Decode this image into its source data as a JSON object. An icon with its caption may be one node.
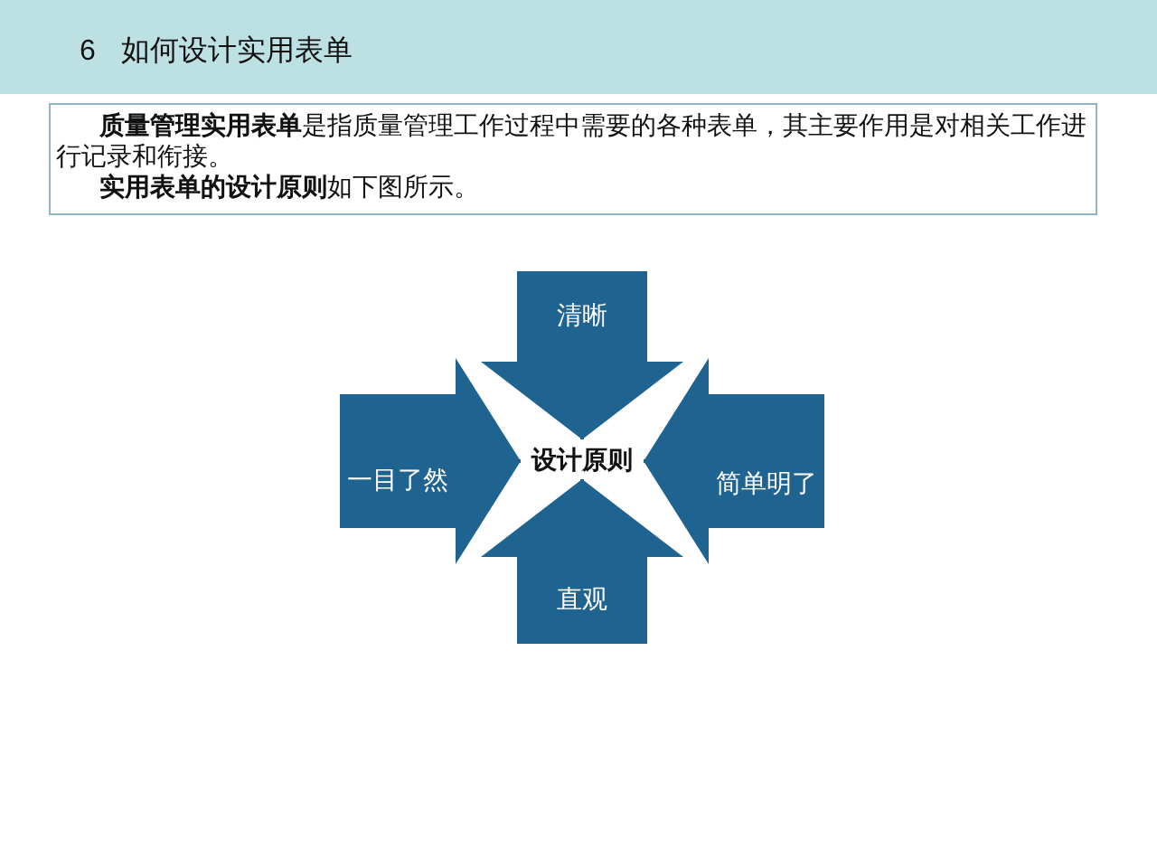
{
  "diagram": {
    "title": "6 如何设计实用表单",
    "nodes": [
      {
        "text": [
          "**质量管理实用表单**是指质量管理工作过程中需要的各种表单，其主要作用是对相关工作进行记录和衔接。",
          "**实用表单的设计原则**如下图所示。"
        ]
      },
      {
        "text": [
          "清晰"
        ]
      },
      {
        "text": [
          "一目了然"
        ]
      },
      {
        "text": [
          "设计原则"
        ]
      },
      {
        "text": [
          "简单明了"
        ]
      },
      {
        "text": [
          "直观"
        ]
      }
    ],
    "edges": [
      {
        "from": 1,
        "to": 3,
        "arrow": "to"
      },
      {
        "from": 2,
        "to": 3,
        "arrow": "to"
      },
      {
        "from": 4,
        "to": 3,
        "arrow": "to"
      },
      {
        "from": 5,
        "to": 3,
        "arrow": "to"
      }
    ]
  }
}
